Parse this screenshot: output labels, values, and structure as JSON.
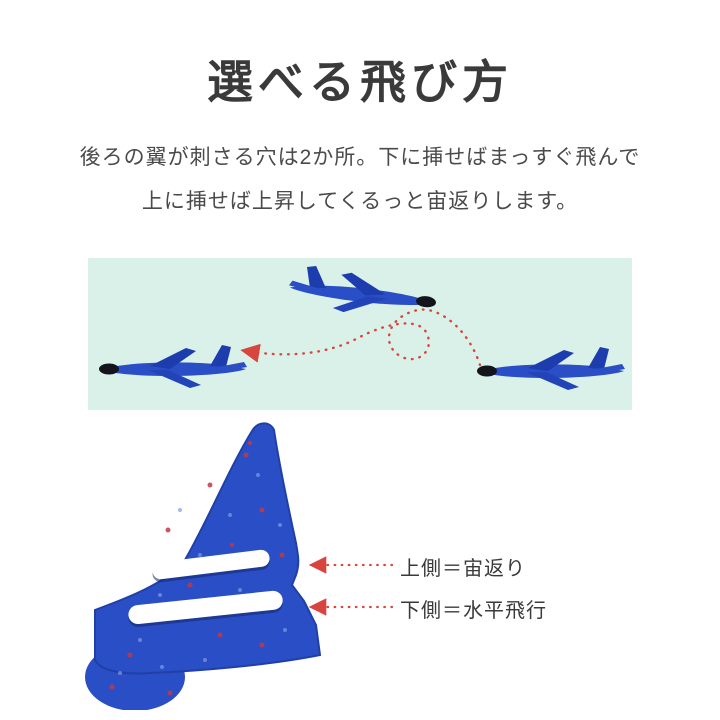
{
  "page": {
    "title": "選べる飛び方",
    "description": {
      "line1": "後ろの翼が刺さる穴は2か所。下に挿せばまっすぐ飛んで",
      "line2": "上に挿せば上昇してくるっと宙返りします。"
    },
    "annotations": {
      "upper_slot": "上側＝宙返り",
      "lower_slot": "下側＝水平飛行"
    },
    "icons": {
      "trajectory": "dotted-loop-arrow",
      "upper_pointer": "dotted-left-arrow",
      "lower_pointer": "dotted-left-arrow",
      "planes": "foam-glider-silhouette"
    },
    "colors": {
      "background": "#ffffff",
      "title_text": "#3a3a3a",
      "body_text": "#4a4a4a",
      "illustration_background": "#d9f1e8",
      "plane_blue": "#2a4ec5",
      "plane_blue_dark": "#1d3cae",
      "nose_black": "#14141c",
      "slot_white": "#ffffff",
      "arrow_red": "#d8453e",
      "speckle_red": "#c03a46"
    }
  }
}
